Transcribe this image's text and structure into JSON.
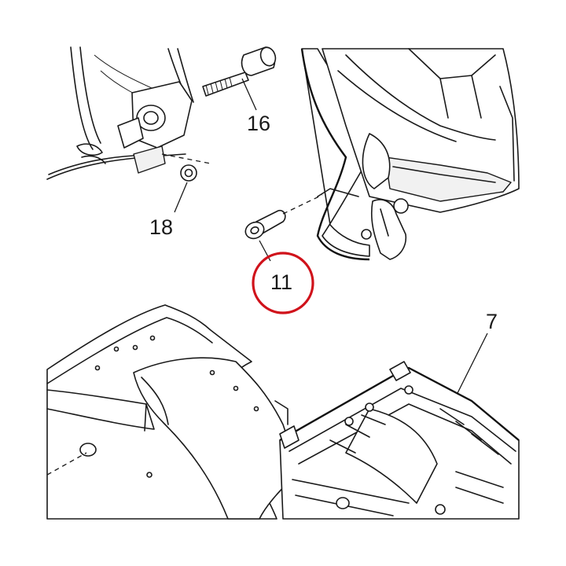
{
  "callouts": {
    "bolt": "16",
    "washer": "18",
    "pin": "11",
    "frame": "7"
  },
  "highlight": {
    "target": "11",
    "color": "#d0121b"
  },
  "colors": {
    "line": "#1a1a1a",
    "background": "#ffffff"
  }
}
